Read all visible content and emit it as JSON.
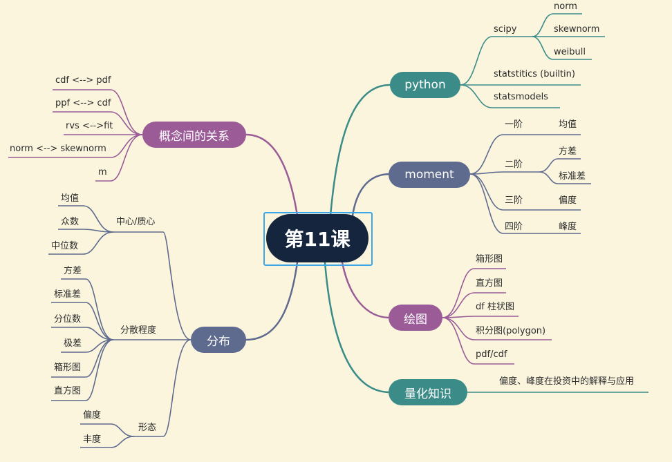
{
  "colors": {
    "background": "#fbf5de",
    "center": "#16253e",
    "teal": "#3b8c88",
    "slate": "#5e6a8e",
    "purple": "#9a5b97",
    "selection": "#3ba6e8"
  },
  "center": "第11课",
  "python": {
    "label": "python",
    "scipy": {
      "label": "scipy",
      "items": [
        "norm",
        "skewnorm",
        "weibull"
      ]
    },
    "others": [
      "statstitics (builtin)",
      "statsmodels"
    ]
  },
  "moment": {
    "label": "moment",
    "orders": [
      {
        "label": "一阶",
        "items": [
          "均值"
        ]
      },
      {
        "label": "二阶",
        "items": [
          "方差",
          "标准差"
        ]
      },
      {
        "label": "三阶",
        "items": [
          "偏度"
        ]
      },
      {
        "label": "四阶",
        "items": [
          "峰度"
        ]
      }
    ]
  },
  "plotting": {
    "label": "绘图",
    "items": [
      "箱形图",
      "直方图",
      "df 柱状图",
      "积分图(polygon)",
      "pdf/cdf"
    ]
  },
  "quant": {
    "label": "量化知识",
    "items": [
      "偏度、峰度在投资中的解释与应用"
    ]
  },
  "concepts": {
    "label": "概念间的关系",
    "items": [
      "cdf <--> pdf",
      "ppf <--> cdf",
      "rvs <-->fit",
      "norm <--> skewnorm",
      "m"
    ]
  },
  "distribution": {
    "label": "分布",
    "center": {
      "label": "中心/质心",
      "items": [
        "均值",
        "众数",
        "中位数"
      ]
    },
    "spread": {
      "label": "分散程度",
      "items": [
        "方差",
        "标准差",
        "分位数",
        "极差",
        "箱形图",
        "直方图"
      ]
    },
    "shape": {
      "label": "形态",
      "items": [
        "偏度",
        "丰度"
      ]
    }
  }
}
